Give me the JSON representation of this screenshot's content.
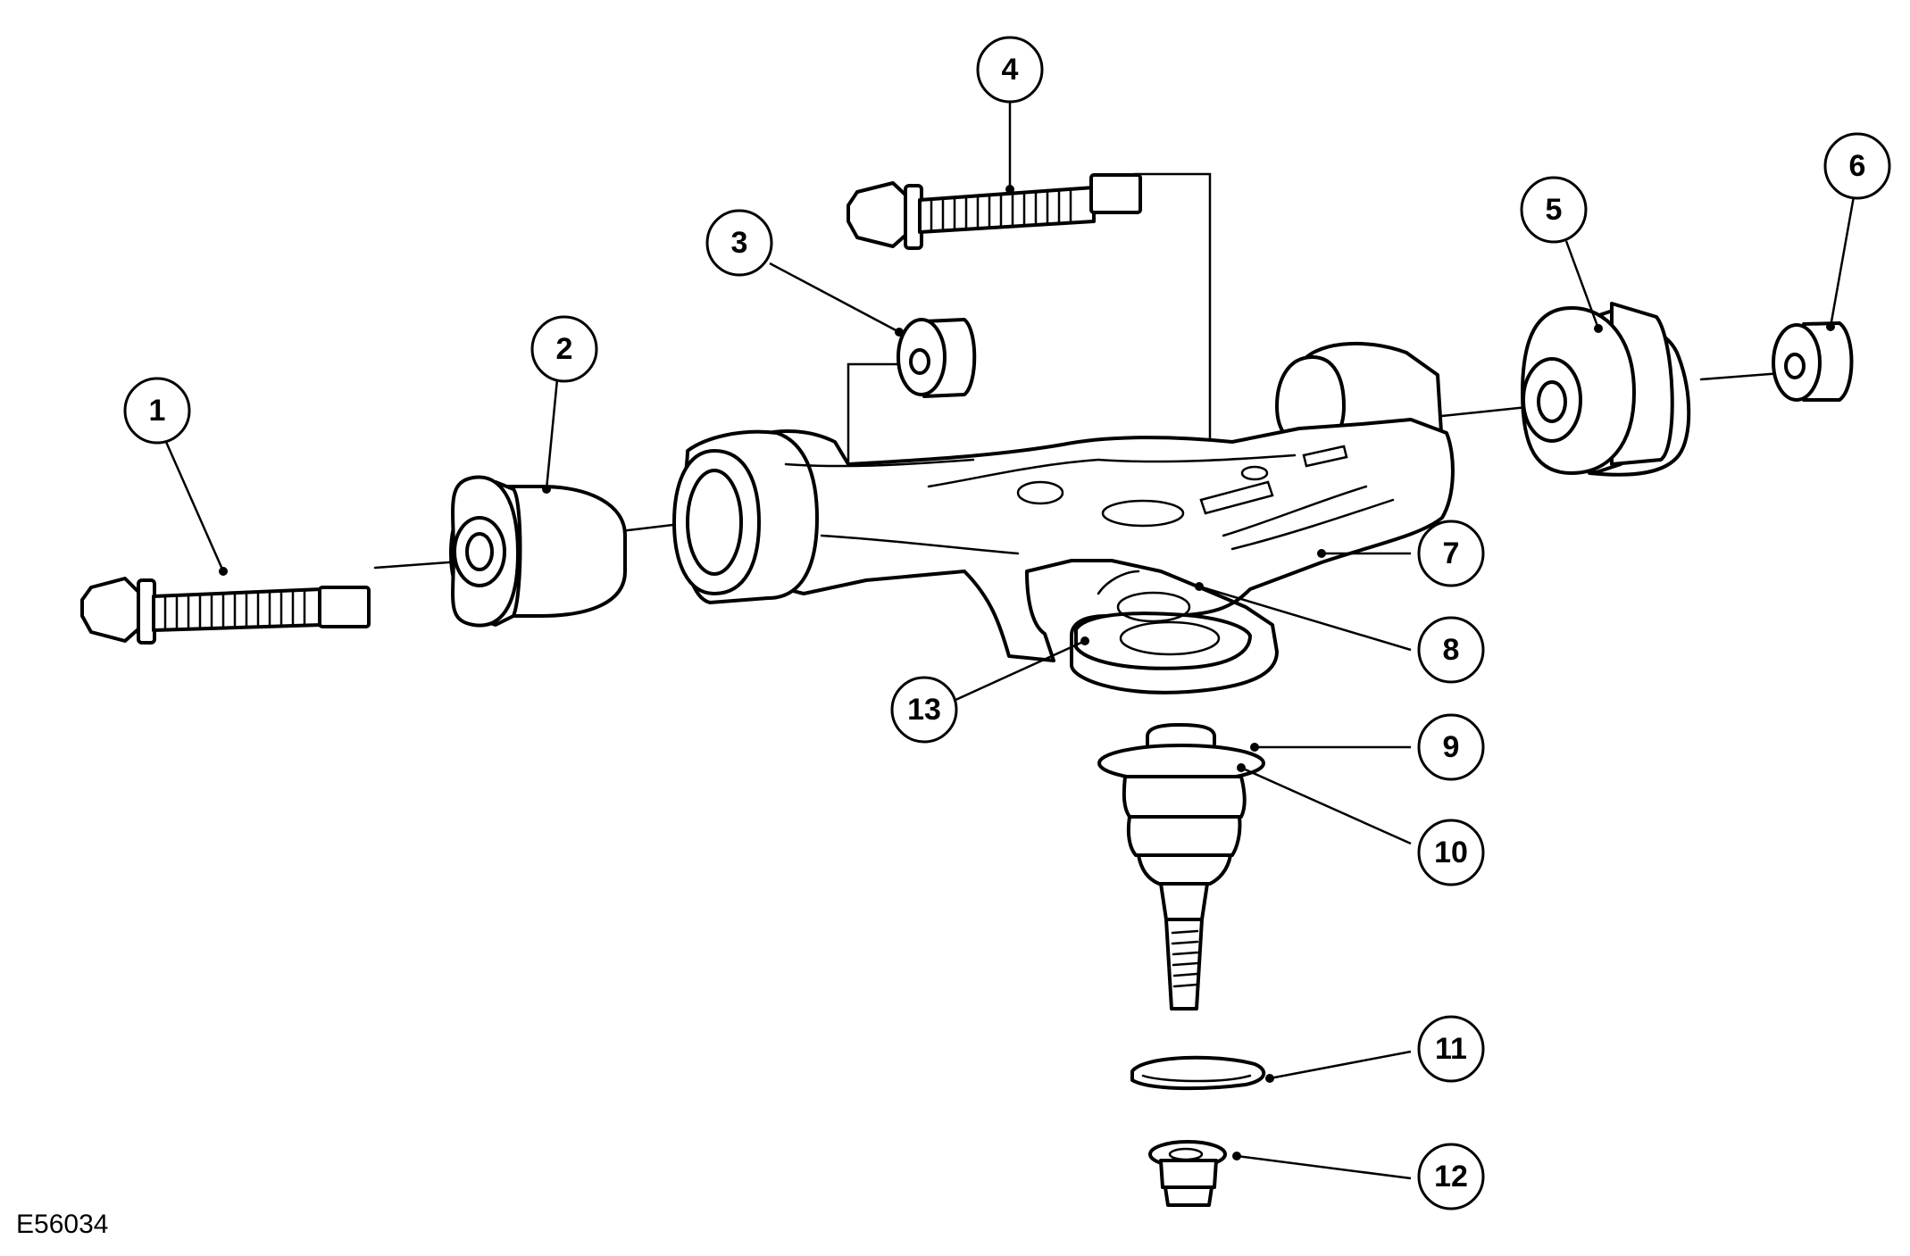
{
  "figure": {
    "id": "E56034"
  },
  "callouts": [
    "1",
    "2",
    "3",
    "4",
    "5",
    "6",
    "7",
    "8",
    "9",
    "10",
    "11",
    "12",
    "13"
  ]
}
